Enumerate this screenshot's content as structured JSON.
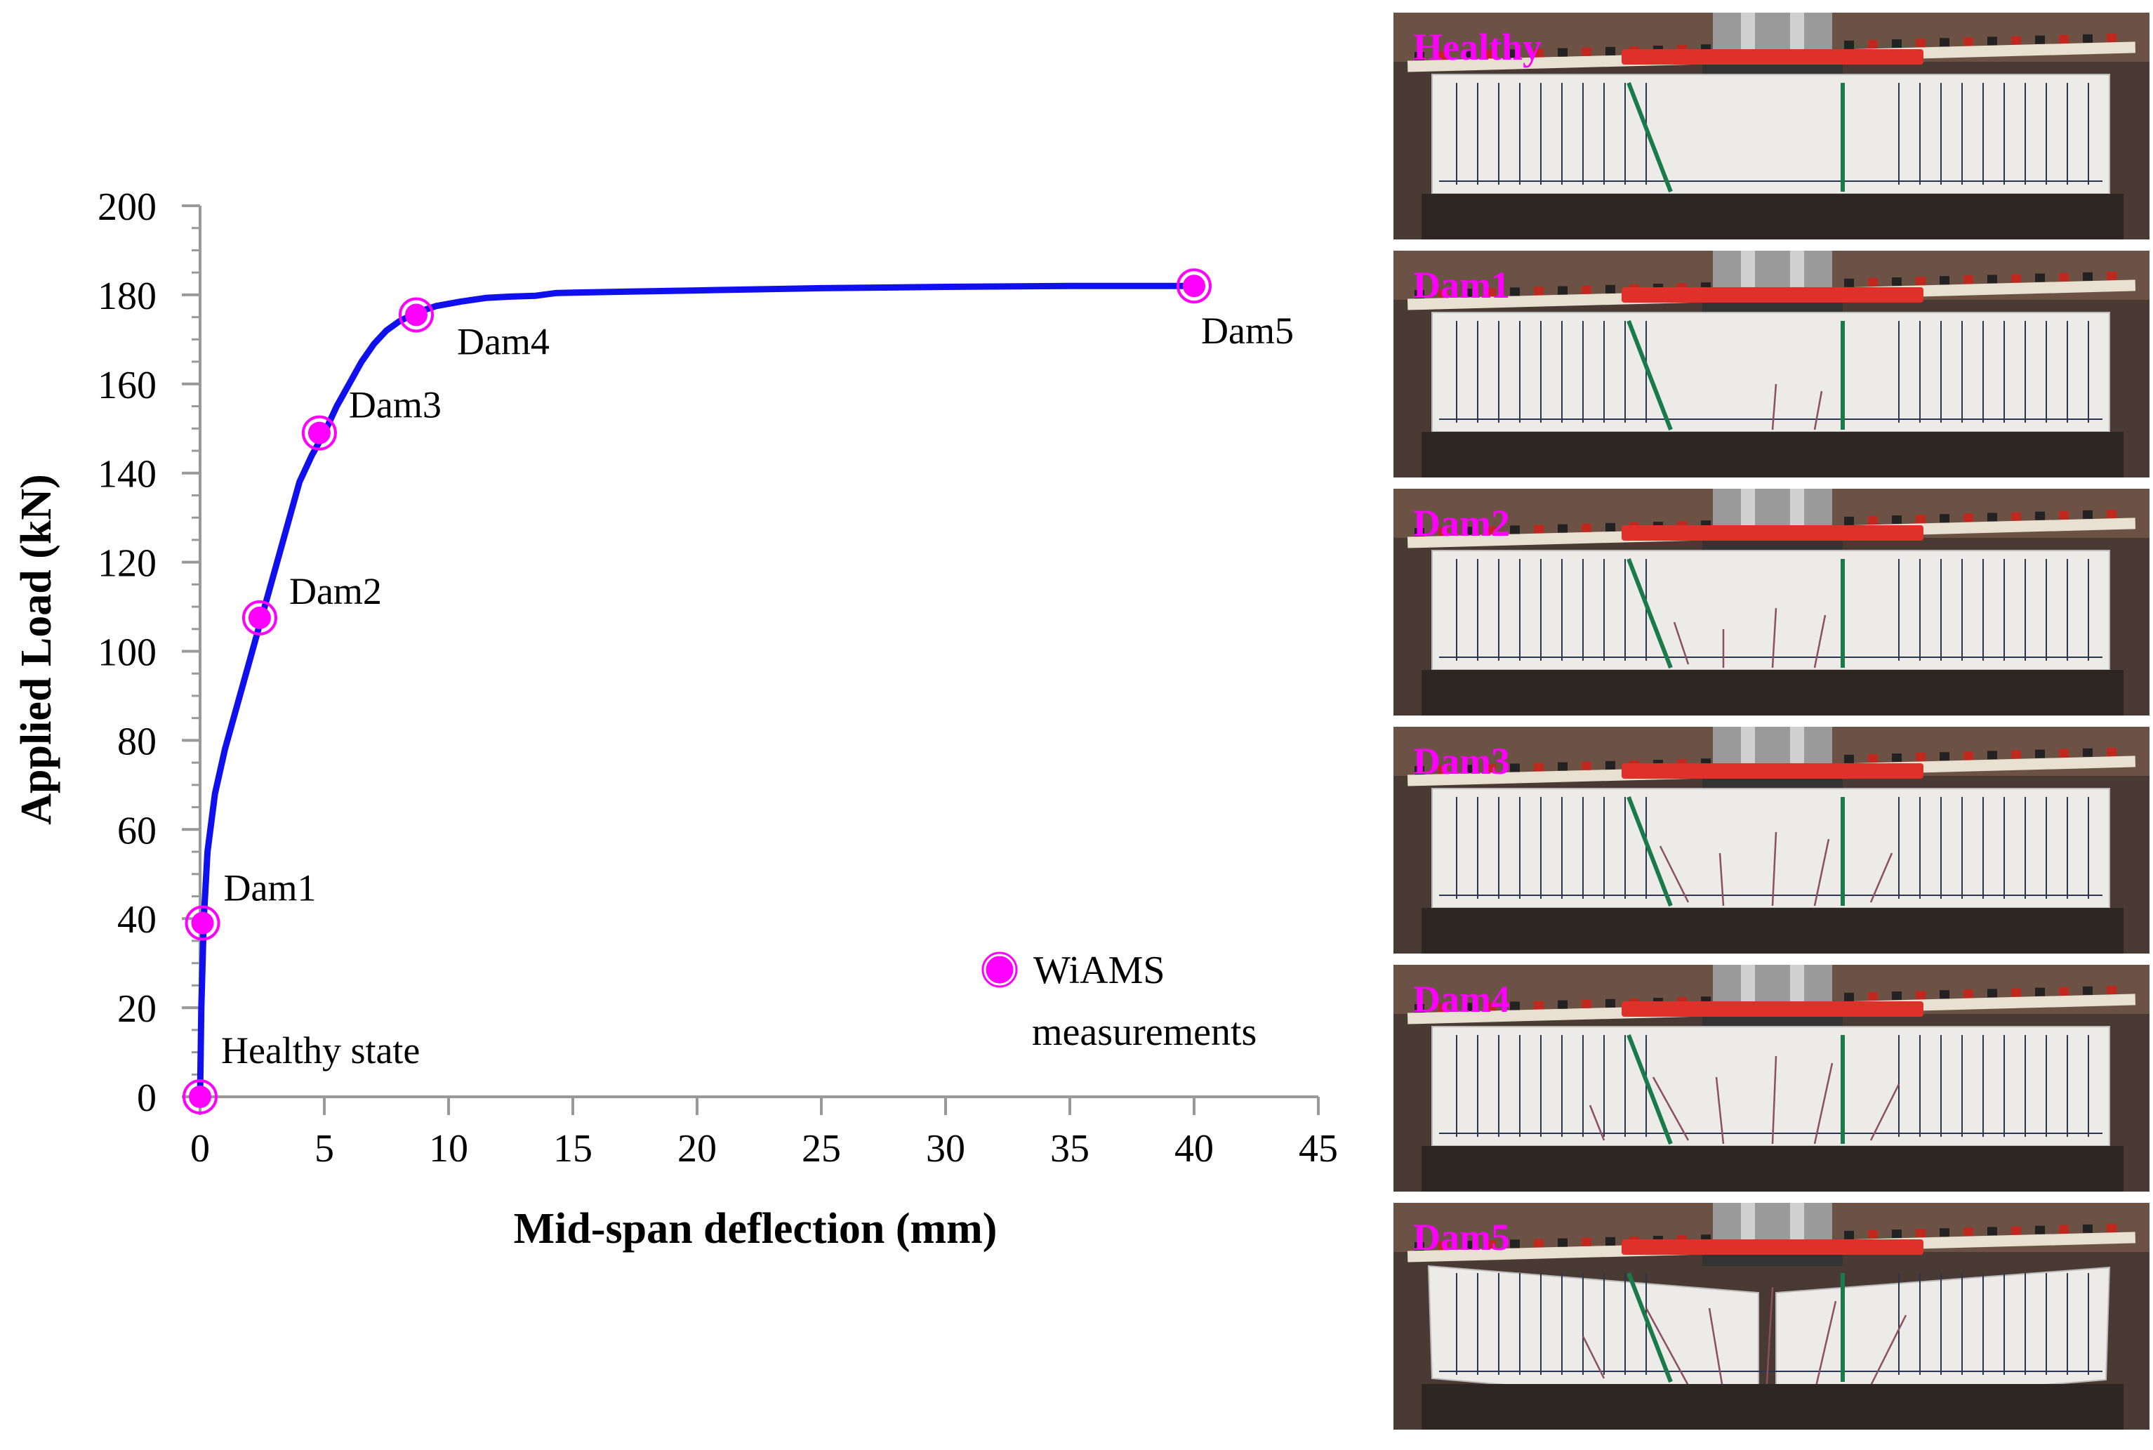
{
  "chart_data": {
    "type": "line",
    "xlabel": "Mid-span deflection (mm)",
    "ylabel": "Applied Load (kN)",
    "xlim": [
      0,
      45
    ],
    "ylim": [
      0,
      200
    ],
    "xticks": [
      0,
      5,
      10,
      15,
      20,
      25,
      30,
      35,
      40,
      45
    ],
    "yticks": [
      0,
      20,
      40,
      60,
      80,
      100,
      120,
      140,
      160,
      180,
      200
    ],
    "grid": false,
    "curve": {
      "color": "#1010ee",
      "x": [
        0,
        0.05,
        0.15,
        0.3,
        0.6,
        1.0,
        1.5,
        2.0,
        2.5,
        3.0,
        3.5,
        4.0,
        4.5,
        5.0,
        5.5,
        6.0,
        6.5,
        7.0,
        7.5,
        8.0,
        8.7,
        9.5,
        10.5,
        11.5,
        12.5,
        13.5,
        14.3,
        15,
        20,
        25,
        30,
        35,
        40
      ],
      "y": [
        0,
        20,
        40,
        55,
        68,
        78,
        88,
        98,
        108,
        118,
        128,
        138,
        144,
        149,
        155,
        160,
        165,
        169,
        172,
        174,
        176,
        177.5,
        178.5,
        179.3,
        179.6,
        179.8,
        180.4,
        180.5,
        181,
        181.5,
        181.8,
        182,
        182
      ]
    },
    "points": [
      {
        "label": "Healthy state",
        "x": 0,
        "y": 0
      },
      {
        "label": "Dam1",
        "x": 0.1,
        "y": 39
      },
      {
        "label": "Dam2",
        "x": 2.4,
        "y": 107.5
      },
      {
        "label": "Dam3",
        "x": 4.8,
        "y": 149
      },
      {
        "label": "Dam4",
        "x": 8.7,
        "y": 175.5
      },
      {
        "label": "Dam5",
        "x": 40,
        "y": 182
      }
    ],
    "point_color": "#ff00ff",
    "legend": {
      "line1": "WiAMS",
      "line2": "measurements",
      "position": "bottom-right"
    }
  },
  "photos": [
    {
      "label": "Healthy",
      "damage": 0
    },
    {
      "label": "Dam1",
      "damage": 1
    },
    {
      "label": "Dam2",
      "damage": 2
    },
    {
      "label": "Dam3",
      "damage": 3
    },
    {
      "label": "Dam4",
      "damage": 4
    },
    {
      "label": "Dam5",
      "damage": 5
    }
  ]
}
